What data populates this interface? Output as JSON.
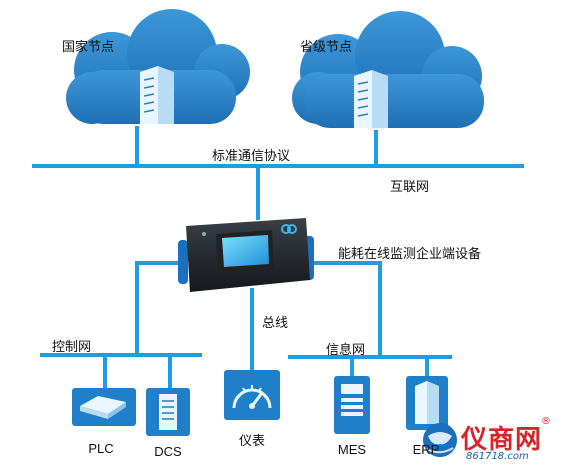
{
  "nodes": {
    "national": "国家节点",
    "provincial": "省级节点"
  },
  "network": {
    "protocol": "标准通信协议",
    "internet": "互联网",
    "bus": "总线",
    "control_net": "控制网",
    "info_net": "信息网"
  },
  "gateway": {
    "label": "能耗在线监测企业端设备"
  },
  "devices": {
    "plc": "PLC",
    "dcs": "DCS",
    "meter": "仪表",
    "mes": "MES",
    "erp": "ERP"
  },
  "watermark": {
    "brand": "仪商网",
    "url": "861718.com",
    "reg": "®"
  },
  "colors": {
    "line": "#1e9de0",
    "cloud": "#2b7fc4",
    "brand_red": "#d8232a"
  }
}
